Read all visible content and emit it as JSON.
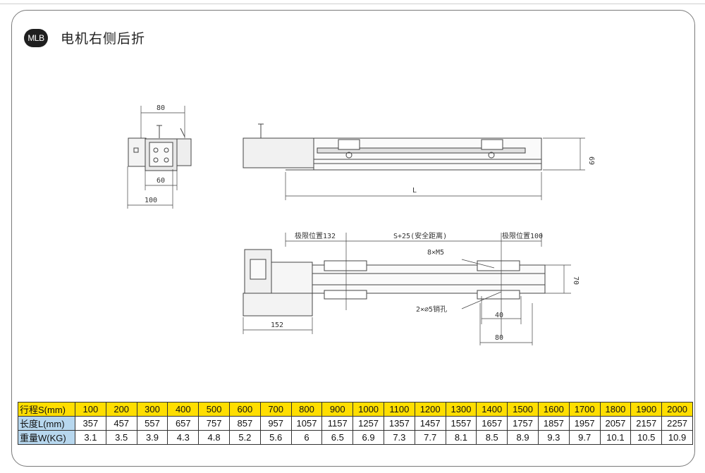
{
  "header": {
    "badge": "MLB",
    "title": "电机右侧后折"
  },
  "drawing": {
    "top_view_labels": {
      "width_top": "80",
      "width_mid": "60",
      "width_bottom": "100",
      "length": "L",
      "height": "69"
    },
    "bottom_view_labels": {
      "limit_left": "极限位置132",
      "safety": "S+25(安全距离)",
      "limit_right": "极限位置100",
      "screws": "8×M5",
      "pin_holes": "2×∅5销孔",
      "width_side": "70",
      "motor_offset": "152",
      "dim_40": "40",
      "dim_80": "80"
    }
  },
  "table": {
    "rows": [
      {
        "label": "行程S(mm)",
        "values": [
          "100",
          "200",
          "300",
          "400",
          "500",
          "600",
          "700",
          "800",
          "900",
          "1000",
          "1100",
          "1200",
          "1300",
          "1400",
          "1500",
          "1600",
          "1700",
          "1800",
          "1900",
          "2000"
        ]
      },
      {
        "label": "长度L(mm)",
        "values": [
          "357",
          "457",
          "557",
          "657",
          "757",
          "857",
          "957",
          "1057",
          "1157",
          "1257",
          "1357",
          "1457",
          "1557",
          "1657",
          "1757",
          "1857",
          "1957",
          "2057",
          "2157",
          "2257"
        ]
      },
      {
        "label": "重量W(KG)",
        "values": [
          "3.1",
          "3.5",
          "3.9",
          "4.3",
          "4.8",
          "5.2",
          "5.6",
          "6",
          "6.5",
          "6.9",
          "7.3",
          "7.7",
          "8.1",
          "8.5",
          "8.9",
          "9.3",
          "9.7",
          "10.1",
          "10.5",
          "10.9"
        ]
      }
    ]
  }
}
